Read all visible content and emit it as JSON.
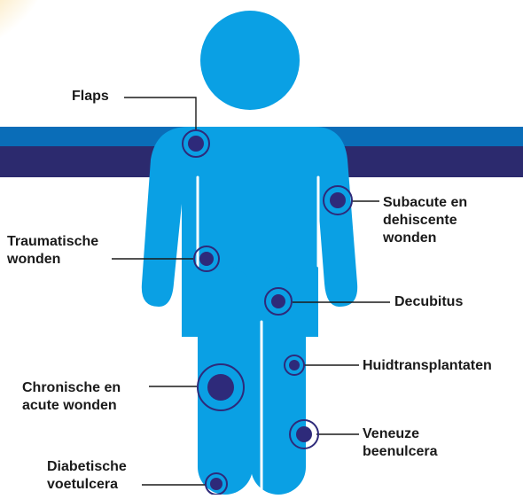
{
  "colors": {
    "body": "#0aa0e4",
    "marker": "#2e2a7a",
    "band_top": "#0a6db8",
    "band_bottom": "#2c2a6e",
    "glow": "#f6c24a",
    "leader": "#1a1a1a"
  },
  "labels": {
    "flaps": "Flaps",
    "subacute": "Subacute en\ndehiscente\nwonden",
    "traumatic": "Traumatische\nwonden",
    "decubitus": "Decubitus",
    "skin_grafts": "Huidtransplantaten",
    "chronic": "Chronische en\nacute wonden",
    "venous": "Veneuze\nbeenulcera",
    "diabetic": "Diabetische\nvoetulcera"
  }
}
